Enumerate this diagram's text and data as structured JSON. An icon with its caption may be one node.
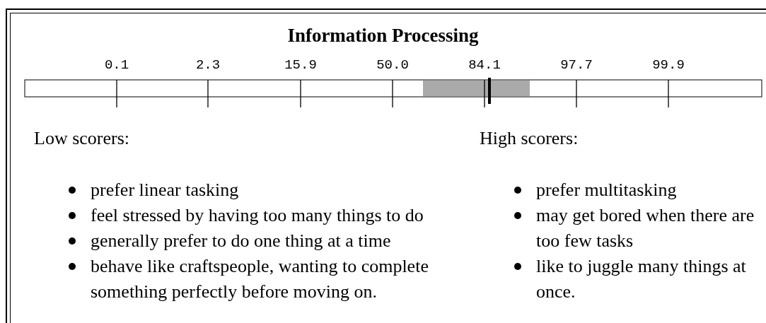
{
  "diagram": {
    "title": "Information Processing",
    "labels": [
      "0.1",
      "2.3",
      "15.9",
      "50.0",
      "84.1",
      "97.7",
      "99.9",
      "Low scorers:",
      "prefer linear tasking",
      "feel stressed by having too many things to do",
      "generally prefer to do one thing at a time",
      "behave like craftspeople, wanting to complete something perfectly before moving on.",
      "High scorers:",
      "prefer multitasking",
      "may get bored when there are too few tasks",
      "like to juggle many things at once."
    ]
  }
}
